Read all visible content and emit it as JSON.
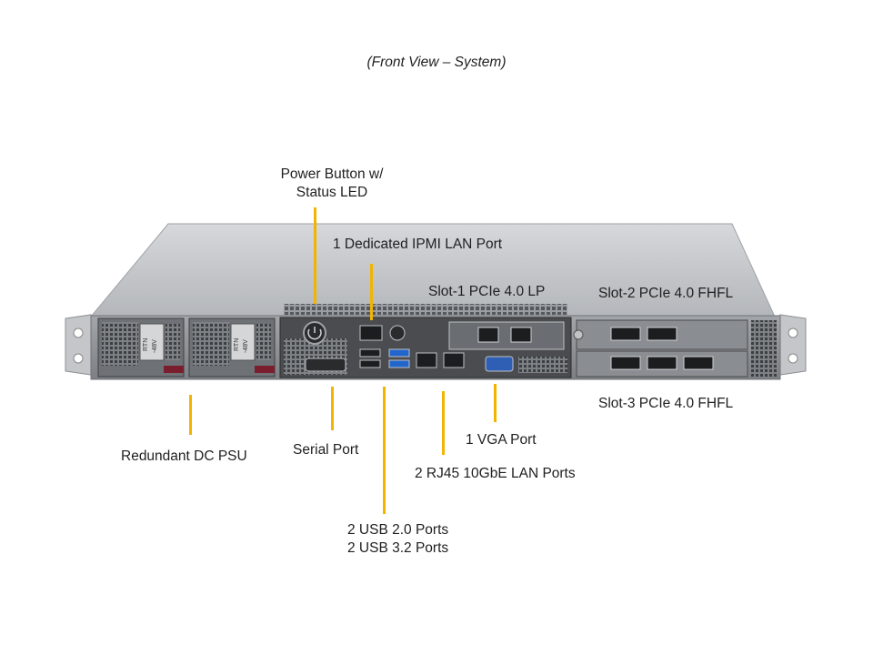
{
  "title": "(Front View – System)",
  "labels": {
    "power_button": [
      "Power Button w/",
      "Status LED"
    ],
    "ipmi": "1 Dedicated IPMI  LAN Port",
    "slot1": "Slot-1  PCIe 4.0 LP",
    "slot2": "Slot-2  PCIe 4.0 FHFL",
    "slot3": "Slot-3  PCIe 4.0 FHFL",
    "psu": "Redundant  DC PSU",
    "serial": "Serial Port",
    "vga": "1 VGA Port",
    "rj45": "2 RJ45 10GbE LAN Ports",
    "usb": [
      "2 USB 2.0 Ports",
      "2 USB 3.2 Ports"
    ]
  },
  "psu_text": {
    "rtn": "RTN",
    "volt": "-48V"
  },
  "colors": {
    "leader": "#f2b400",
    "chassis_top": "#c9cbce",
    "chassis_front": "#8f9296",
    "dark_panel": "#3b3d40"
  }
}
